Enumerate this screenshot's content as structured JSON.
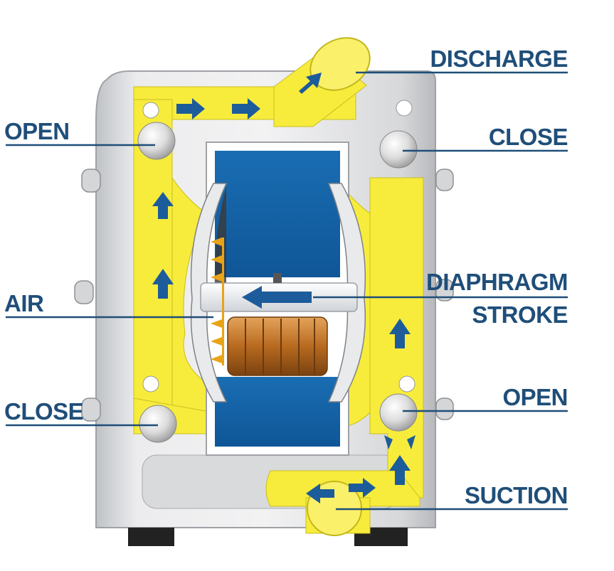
{
  "labels": {
    "discharge": "DISCHARGE",
    "open_top_left": "OPEN",
    "close_top_right": "CLOSE",
    "diaphragm_stroke_line1": "DIAPHRAGM",
    "diaphragm_stroke_line2": "STROKE",
    "air": "AIR",
    "close_bottom_left": "CLOSE",
    "open_bottom_right": "OPEN",
    "suction": "SUCTION"
  },
  "colors": {
    "label_text": "#1f4e79",
    "fluid": "#f7ec3c",
    "chamber": "#1565a8",
    "housing": "#e6e6e8",
    "arrow": "#1d5c9a",
    "shaft_piston": "#c47a2a"
  },
  "icons": {
    "flow_arrow": "arrow-icon",
    "check_ball": "ball-valve-icon"
  }
}
